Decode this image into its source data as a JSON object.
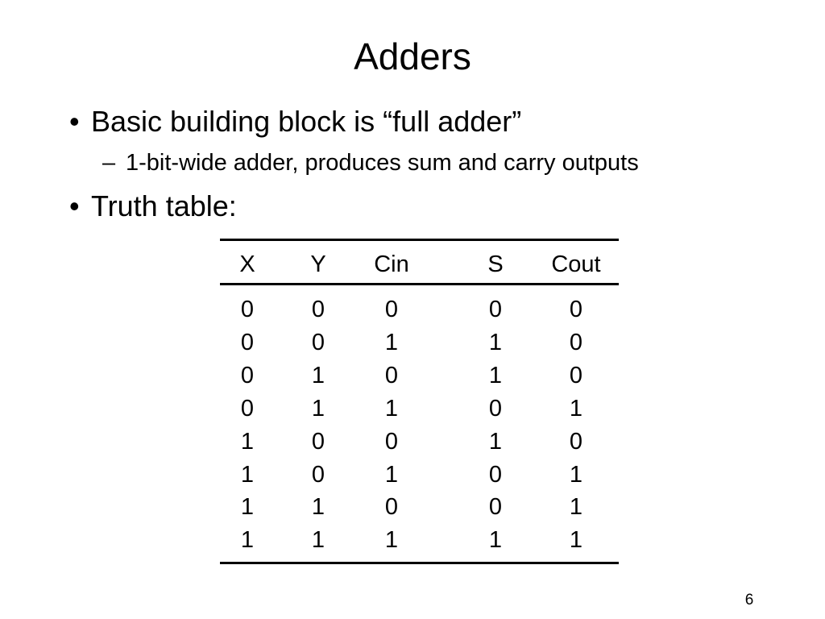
{
  "slide": {
    "title": "Adders",
    "page_number": "6"
  },
  "bullets": [
    {
      "marker": "•",
      "text": "Basic building block is “full adder”",
      "sub_items": [
        {
          "marker": "–",
          "text": "1-bit-wide adder, produces sum and carry outputs"
        }
      ]
    },
    {
      "marker": "•",
      "text": "Truth table:",
      "sub_items": []
    }
  ],
  "truth_table": {
    "headers": [
      "X",
      "Y",
      "Cin",
      "S",
      "Cout"
    ],
    "rows": [
      [
        "0",
        "0",
        "0",
        "0",
        "0"
      ],
      [
        "0",
        "0",
        "1",
        "1",
        "0"
      ],
      [
        "0",
        "1",
        "0",
        "1",
        "0"
      ],
      [
        "0",
        "1",
        "1",
        "0",
        "1"
      ],
      [
        "1",
        "0",
        "0",
        "1",
        "0"
      ],
      [
        "1",
        "0",
        "1",
        "0",
        "1"
      ],
      [
        "1",
        "1",
        "0",
        "0",
        "1"
      ],
      [
        "1",
        "1",
        "1",
        "1",
        "1"
      ]
    ]
  }
}
